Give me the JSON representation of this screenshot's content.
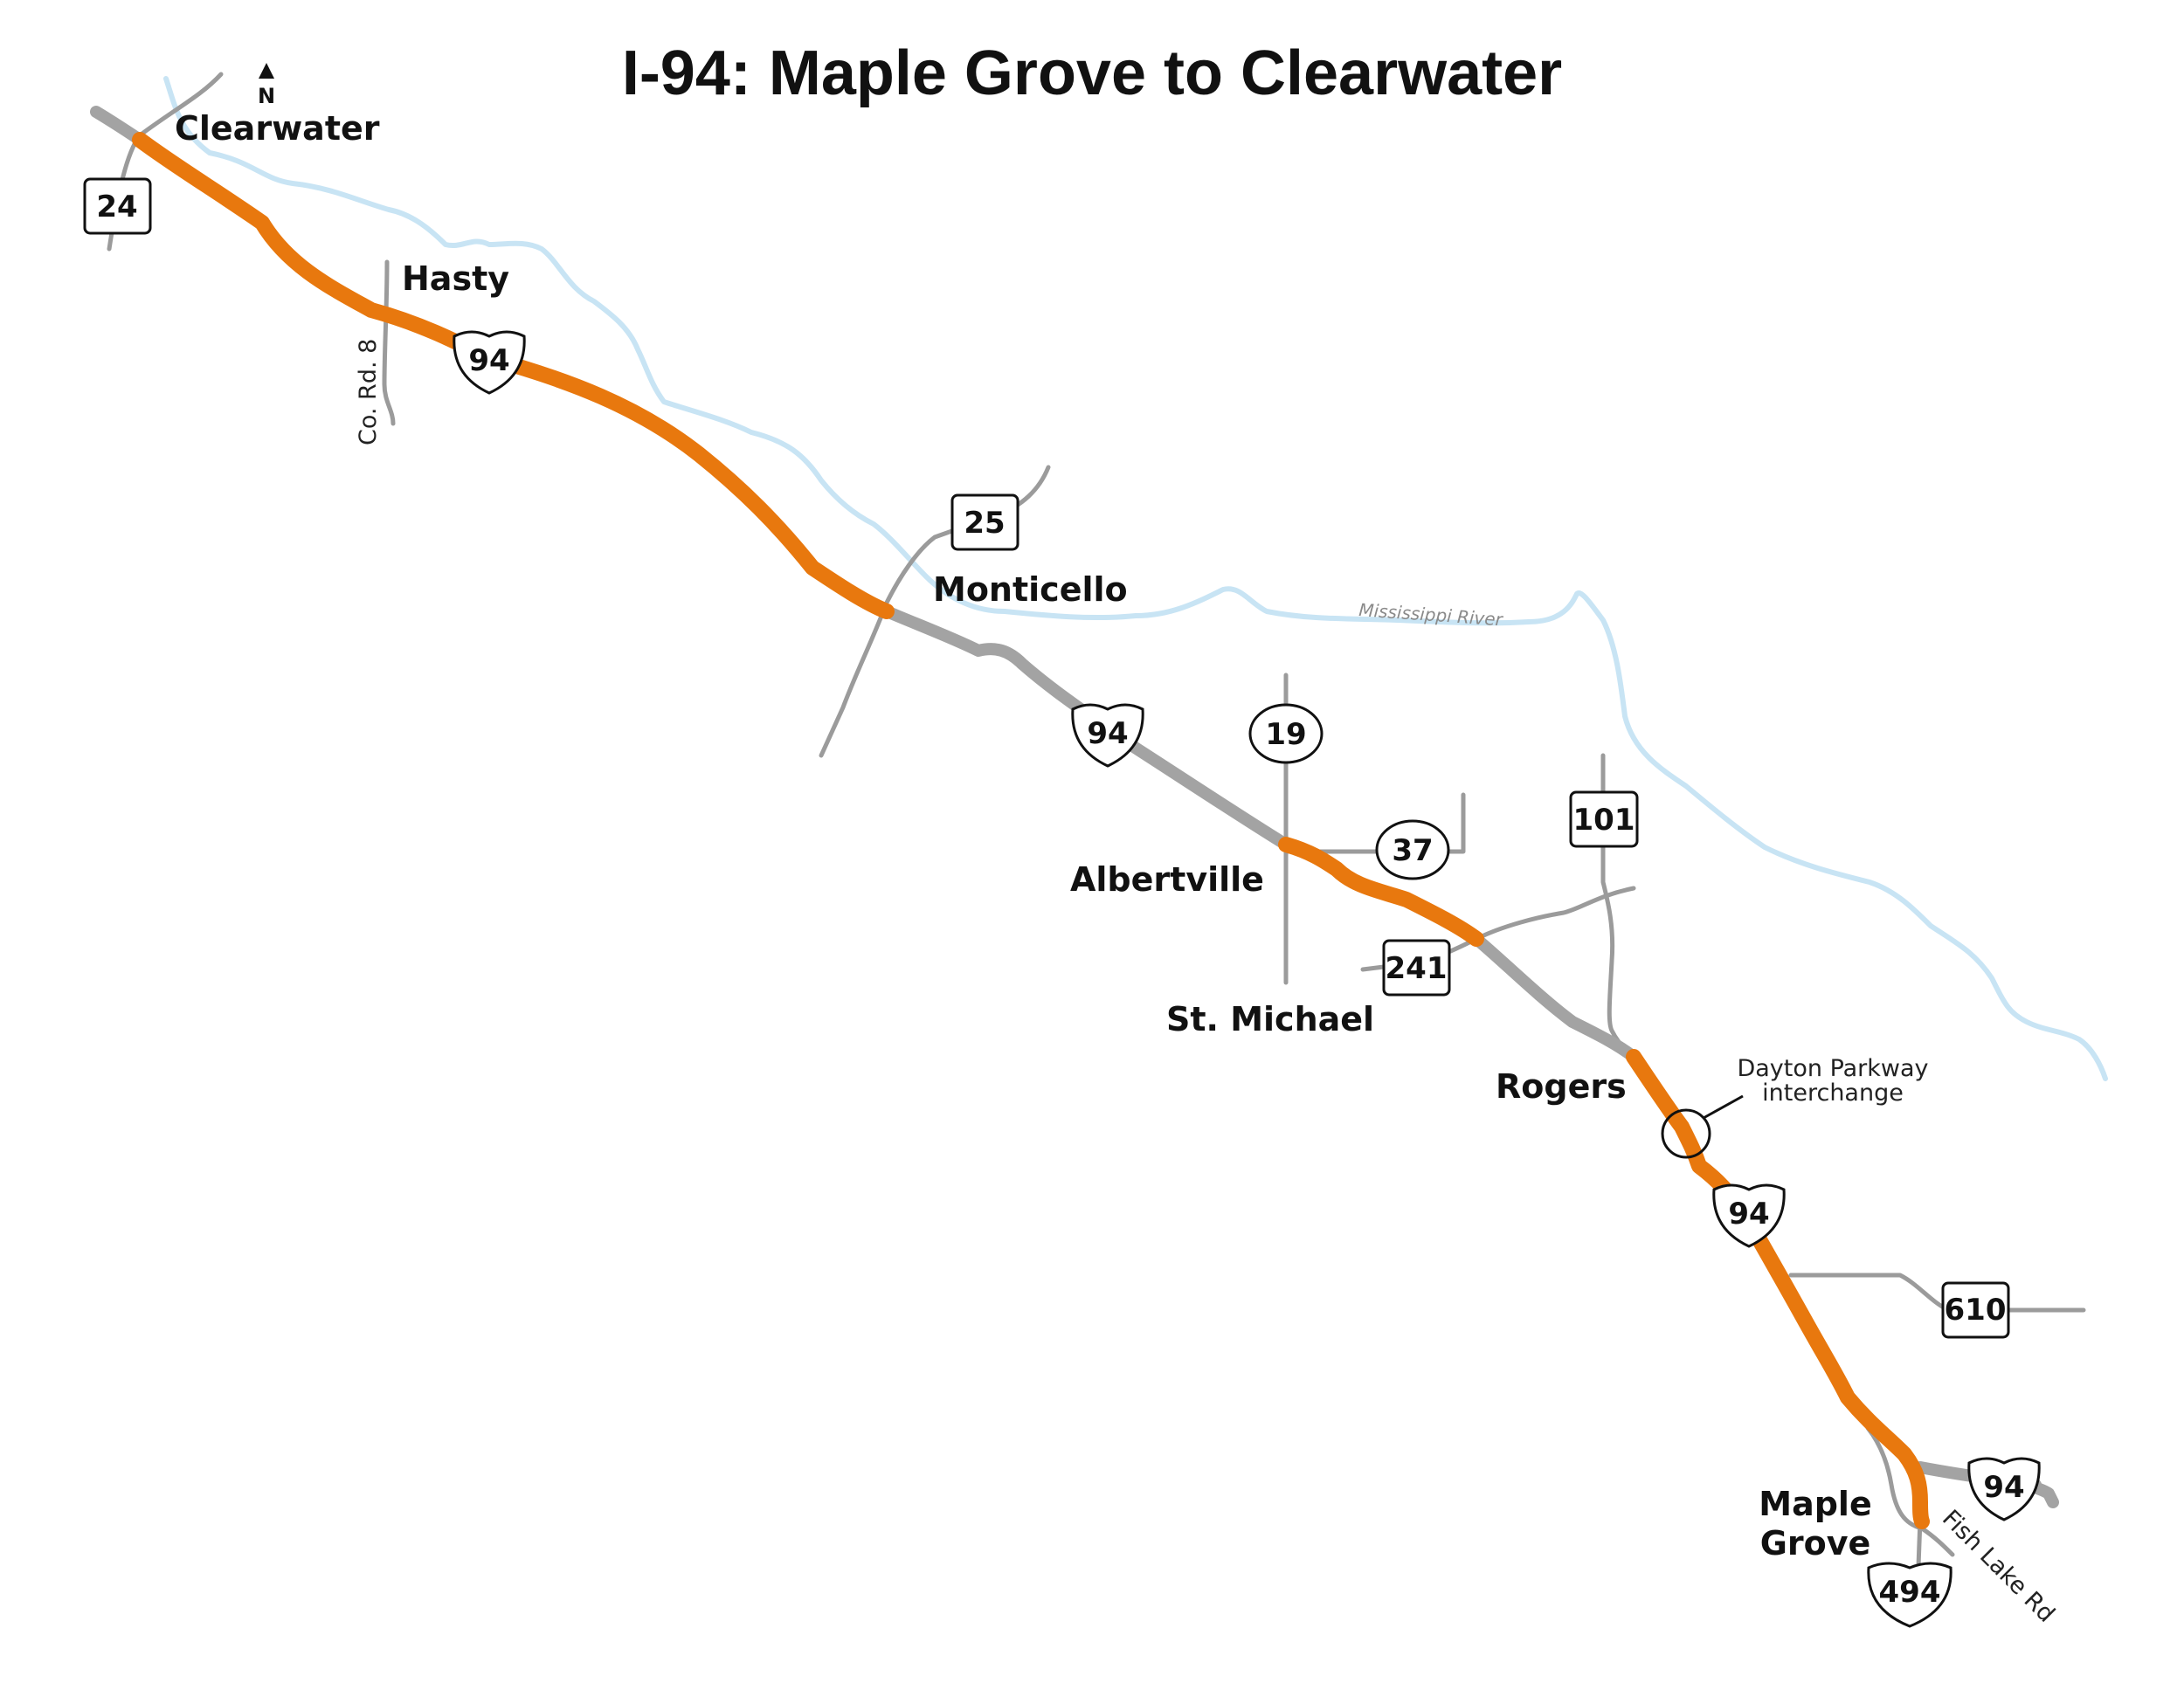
{
  "title": "I-94: Maple Grove to Clearwater",
  "north_label": "N",
  "colors": {
    "project_segment": "#e8780e",
    "interstate": "#a3a3a3",
    "local_road": "#9b9b9b",
    "river": "#c8e4f4"
  },
  "places": {
    "clearwater": "Clearwater",
    "hasty": "Hasty",
    "monticello": "Monticello",
    "albertville": "Albertville",
    "st_michael": "St. Michael",
    "rogers": "Rogers",
    "maple_grove_line1": "Maple",
    "maple_grove_line2": "Grove"
  },
  "roads": {
    "co_rd_8": "Co. Rd. 8",
    "fish_lake_rd": "Fish Lake Rd",
    "mississippi_river": "Mississippi River"
  },
  "callout": {
    "line1": "Dayton Parkway",
    "line2": "interchange"
  },
  "shields": {
    "state_24": "24",
    "state_25": "25",
    "county_19": "19",
    "county_37": "37",
    "state_101": "101",
    "state_241": "241",
    "state_610": "610",
    "interstate_94": "94",
    "interstate_494": "494"
  }
}
